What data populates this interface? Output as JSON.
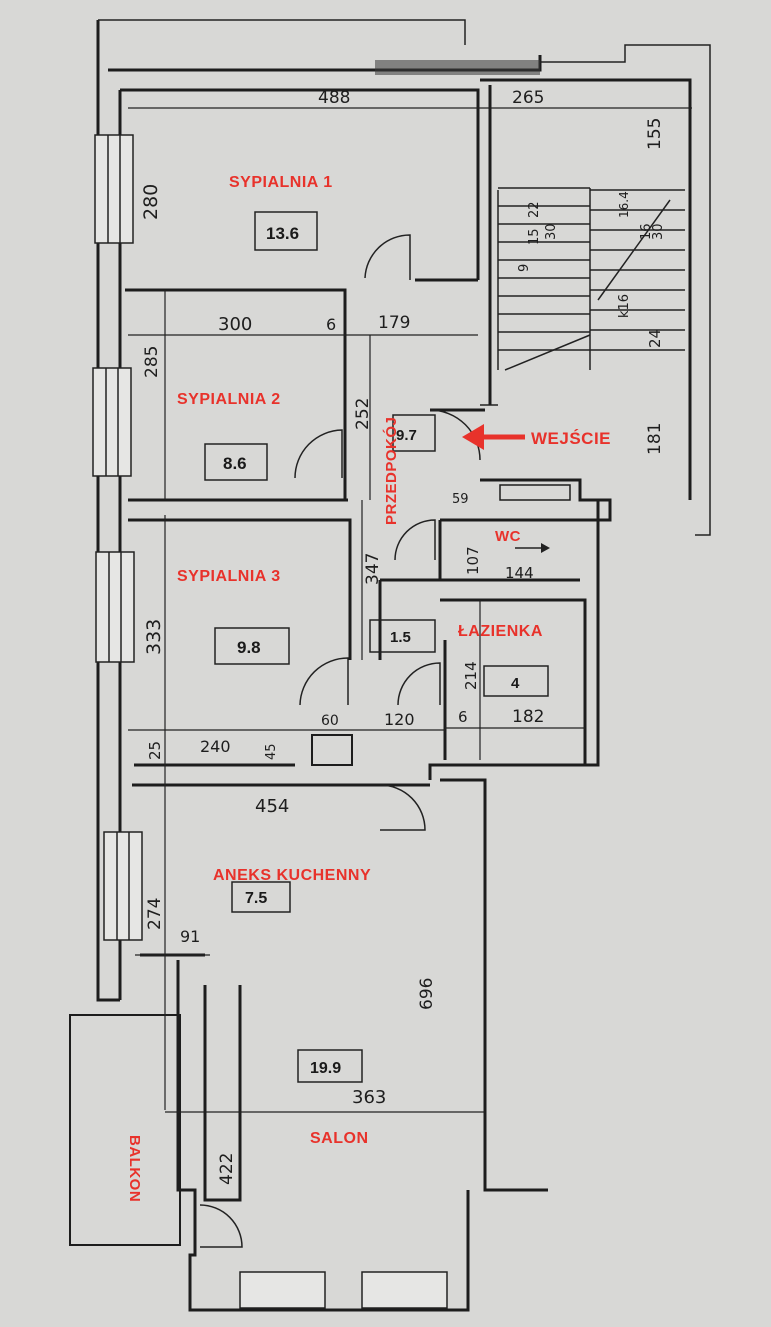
{
  "colors": {
    "paper": "#d8d8d6",
    "ink": "#1d1d1d",
    "label": "#e8322b"
  },
  "rooms": {
    "sypialnia1": {
      "name": "SYPIALNIA 1",
      "area": "13.6"
    },
    "sypialnia2": {
      "name": "SYPIALNIA 2",
      "area": "8.6"
    },
    "sypialnia3": {
      "name": "SYPIALNIA 3",
      "area": "9.8"
    },
    "przedpokoj": {
      "name": "PRZEDPOKÓJ",
      "area": "9.7"
    },
    "wc": {
      "name": "WC"
    },
    "lazienka": {
      "name": "ŁAZIENKA",
      "area": "4"
    },
    "closet": {
      "area": "1.5"
    },
    "aneks": {
      "name": "ANEKS KUCHENNY",
      "area": "7.5"
    },
    "salon": {
      "name": "SALON",
      "area": "19.9"
    },
    "balkon": {
      "name": "BALKON"
    }
  },
  "entrance": {
    "label": "WEJŚCIE",
    "icon": "arrow-left-icon"
  },
  "dimensions": {
    "d488": "488",
    "d265": "265",
    "d155": "155",
    "d280": "280",
    "d300": "300",
    "d6a": "6",
    "d179": "179",
    "d285": "285",
    "d252": "252",
    "d347": "347",
    "d333": "333",
    "d59": "59",
    "d107": "107",
    "d144": "144",
    "d214": "214",
    "d60": "60",
    "d120": "120",
    "d6b": "6",
    "d182": "182",
    "d25": "25",
    "d240": "240",
    "d45": "45",
    "d454": "454",
    "d274": "274",
    "d91": "91",
    "d696": "696",
    "d363": "363",
    "d422": "422",
    "d181": "181",
    "d24": "24"
  },
  "stairs": {
    "s1": "22",
    "s2": "30",
    "s3": "9",
    "s4": "15",
    "s5": "16",
    "s6": "16.4",
    "s7": "30",
    "s8": "k16"
  }
}
